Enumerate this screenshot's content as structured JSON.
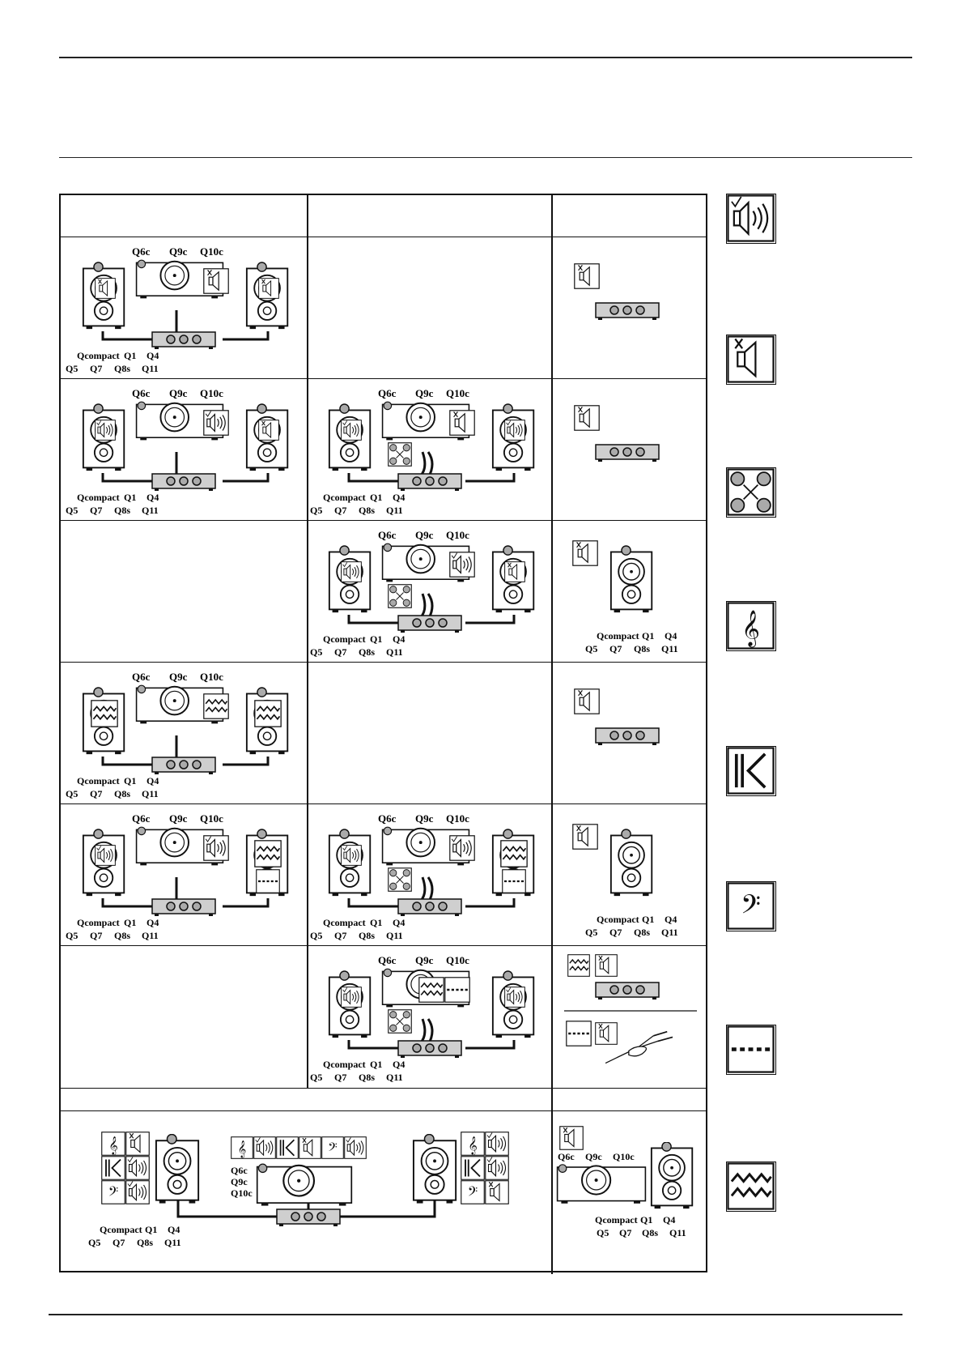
{
  "models": {
    "centers": [
      "Q6c",
      "Q9c",
      "Q10c"
    ],
    "fronts_line1": [
      "Qcompact",
      "Q1",
      "Q4"
    ],
    "fronts_line2": [
      "Q5",
      "Q7",
      "Q8s",
      "Q11"
    ]
  },
  "legend_icons": [
    "speaker-large-icon",
    "speaker-small-icon",
    "swap-terminals-icon",
    "treble-clef-icon",
    "kef-logo-icon",
    "bass-clef-icon",
    "dotted-line-icon",
    "zigzag-icon"
  ],
  "colors": {
    "line": "#111111",
    "fill_grey": "#aaaaaa",
    "panel_grey": "#cfcfcf"
  }
}
